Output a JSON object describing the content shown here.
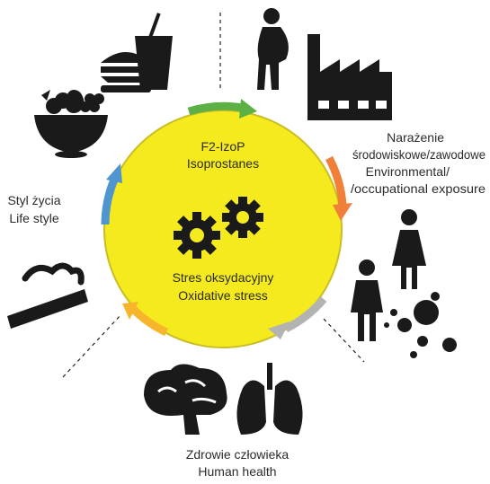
{
  "center": {
    "top_line1": "F2-IzoP",
    "top_line2": "Isoprostanes",
    "bottom_line1": "Stres oksydacyjny",
    "bottom_line2": "Oxidative stress"
  },
  "factors": {
    "lifestyle": {
      "line1": "Styl życia",
      "line2": "Life style"
    },
    "environment": {
      "line1": "Narażenie",
      "line2": "środowiskowe/zawodowe",
      "line3": "Environmental/",
      "line4": "/occupational exposure"
    },
    "health": {
      "line1": "Zdrowie człowieka",
      "line2": "Human health"
    }
  },
  "icons": [
    "fast-food-icon",
    "fruit-bowl-icon",
    "pregnant-woman-icon",
    "factory-icon",
    "cigarette-icon",
    "woman-icon",
    "man-icon",
    "particles-icon",
    "brain-icon",
    "lungs-icon",
    "gears-icon"
  ],
  "colors": {
    "circle": "#f5ea1e",
    "circle_border": "#c9be25",
    "arrow_green": "#5db045",
    "arrow_orange": "#f07f3a",
    "arrow_gray": "#b3b3b3",
    "arrow_yellow": "#f7b52c",
    "arrow_blue": "#4f95cf",
    "icon": "#1a1a1a"
  }
}
